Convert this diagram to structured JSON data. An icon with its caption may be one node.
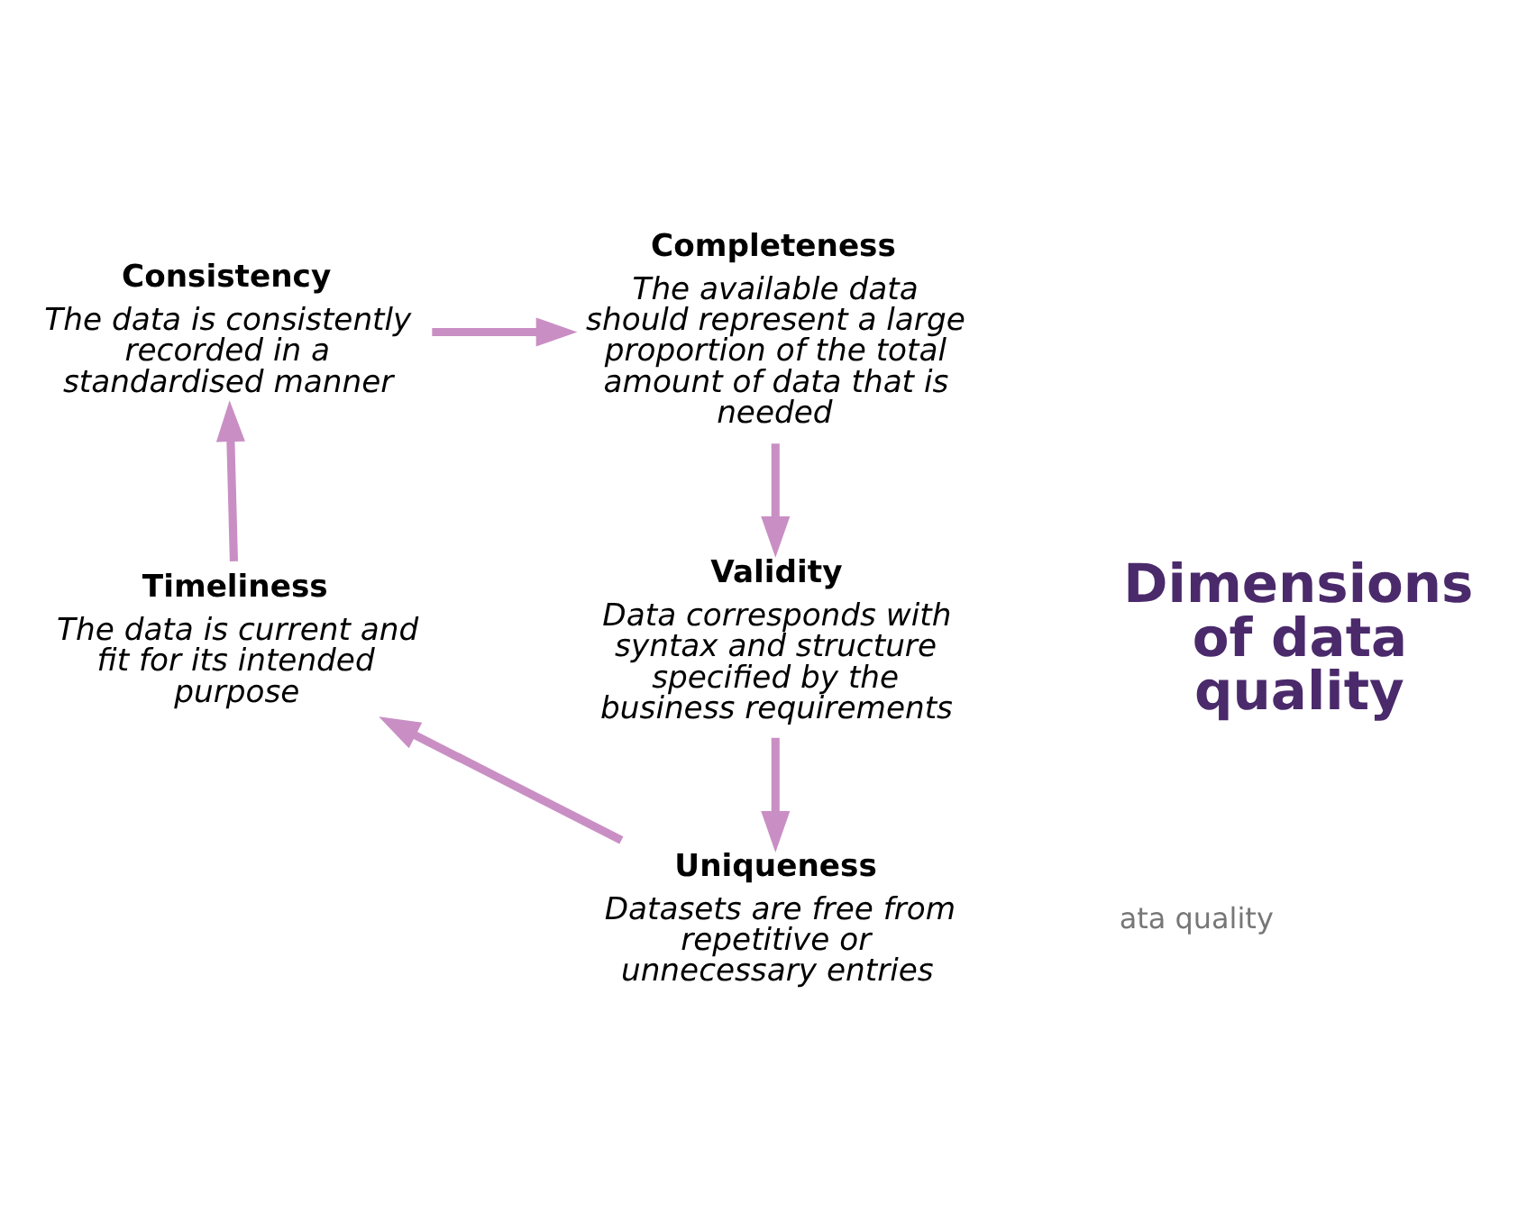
{
  "diagram": {
    "nodes": [
      {
        "text": [
          "Consistency",
          "The data is consistently recorded in a standardised manner"
        ]
      },
      {
        "text": [
          "Completeness",
          "The available data should represent a large proportion of the total amount of data that is needed"
        ]
      },
      {
        "text": [
          "Timeliness",
          "The data is current and fit for its intended purpose"
        ]
      },
      {
        "text": [
          "Validity",
          "Data corresponds with syntax and structure specified by the business requirements"
        ]
      },
      {
        "text": [
          "Uniqueness",
          "Datasets are free from repetitive or unnecessary entries"
        ]
      }
    ],
    "edges": [
      {
        "from": 0,
        "to": 1,
        "arrow": "to"
      },
      {
        "from": 1,
        "to": 3,
        "arrow": "to"
      },
      {
        "from": 3,
        "to": 4,
        "arrow": "to"
      },
      {
        "from": 4,
        "to": 2,
        "arrow": "to"
      },
      {
        "from": 2,
        "to": 0,
        "arrow": "to"
      }
    ],
    "labels": [
      "Dimensions of data quality",
      "ata quality"
    ]
  }
}
